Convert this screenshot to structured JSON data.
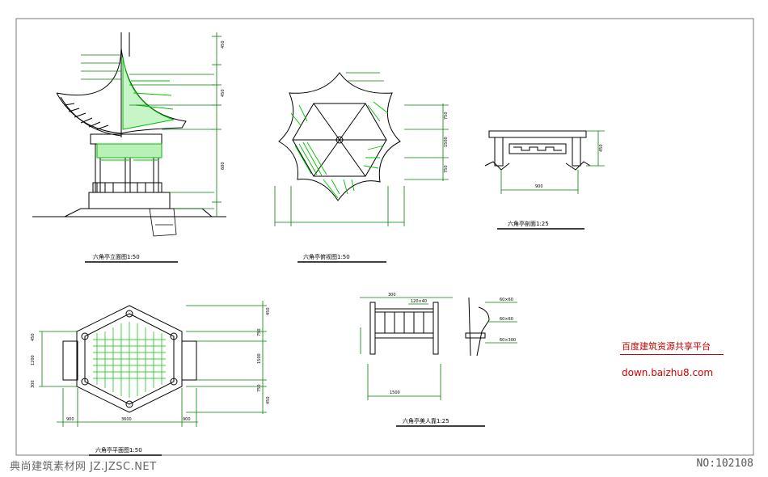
{
  "drawings": {
    "elevation": {
      "title": "六角亭立面图1:50"
    },
    "roof_plan": {
      "title": "六角亭俯视图1:50"
    },
    "bench_section": {
      "title": "六角亭剖面1:25"
    },
    "floor_plan": {
      "title": "六角亭平面图1:50"
    },
    "bench_detail": {
      "title": "六角亭美人靠1:25"
    }
  },
  "dimensions": {
    "roof_plan_right": [
      "750",
      "1500",
      "750"
    ],
    "elevation_right": [
      "450",
      "450",
      "600"
    ],
    "floor_plan_right": [
      "450",
      "750",
      "1500",
      "750",
      "450"
    ],
    "floor_plan_bottom": [
      "900",
      "3600",
      "900"
    ],
    "floor_plan_left": [
      "450",
      "1200",
      "300"
    ],
    "bench_section": [
      "900",
      "450"
    ],
    "bench_detail": [
      "300",
      "1500",
      "60×60",
      "60×60",
      "60×300",
      "120×40"
    ]
  },
  "stamp": {
    "title": "百度建筑资源共享平台",
    "url": "down.baizhu8.com"
  },
  "watermark": {
    "left": "典尚建筑素材网 JZ.JZSC.NET",
    "right": "NO:102108"
  },
  "colors": {
    "line": "#000000",
    "accent": "#00c000",
    "dim": "#008000",
    "stamp": "#cc0000"
  }
}
